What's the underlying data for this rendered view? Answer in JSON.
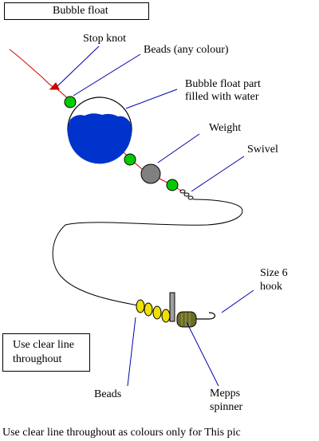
{
  "title": "Bubble float",
  "labels": {
    "stop_knot": "Stop knot",
    "beads_top": "Beads (any colour)",
    "float_part_line1": "Bubble float part",
    "float_part_line2": "filled with water",
    "weight": "Weight",
    "swivel": "Swivel",
    "hook_line1": "Size 6",
    "hook_line2": "hook",
    "beads_bottom": "Beads",
    "spinner_line1": "Mepps",
    "spinner_line2": "spinner"
  },
  "note_box": {
    "line1": "Use clear line",
    "line2": "throughout"
  },
  "footer": "Use clear line throughout as colours only for This pic",
  "colors": {
    "line": "#cc0000",
    "leader": "#000000",
    "float_water": "#0033cc",
    "bead_top": "#00cc00",
    "weight": "#808080",
    "bead_bottom": "#f0e000",
    "spinner": "#6b6b2a",
    "pointer": "#0000aa"
  }
}
